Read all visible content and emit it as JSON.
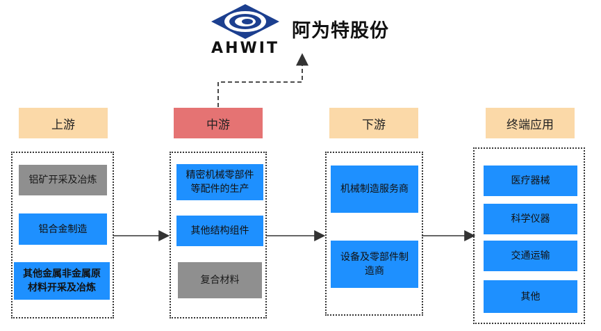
{
  "logo": {
    "icon": "ahwit-swirl-logo",
    "wordmark": "AHWIT",
    "company_name": "阿为特股份",
    "colors": {
      "primary": "#1c3f8f"
    }
  },
  "stages": {
    "upstream": {
      "label": "上游",
      "items": [
        "铝矿开采及冶炼",
        "铝合金制造",
        "其他金属非金属原\n材料开采及冶炼"
      ]
    },
    "midstream": {
      "label": "中游",
      "items": [
        "精密机械零部件\n等配件的生产",
        "其他结构组件",
        "复合材料"
      ]
    },
    "downstream": {
      "label": "下游",
      "items": [
        "机械制造服务商",
        "设备及零部件制\n造商"
      ]
    },
    "terminal": {
      "label": "终端应用",
      "items": [
        "医疗器械",
        "科学仪器",
        "交通运输",
        "其他"
      ]
    }
  },
  "colors": {
    "header_peach": "#fbd9a8",
    "header_red": "#e57373",
    "box_blue": "#1e90ff",
    "box_gray": "#8f8f8f"
  }
}
